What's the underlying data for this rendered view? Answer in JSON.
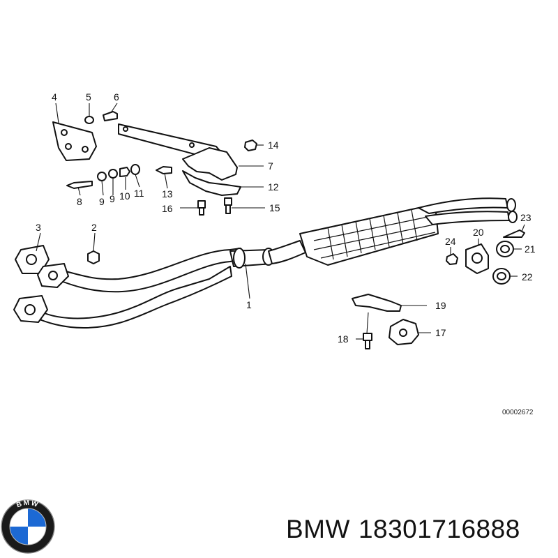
{
  "diagram": {
    "reference_code": "00002672",
    "callouts": [
      "1",
      "2",
      "3",
      "4",
      "5",
      "6",
      "7",
      "8",
      "9",
      "9",
      "10",
      "11",
      "12",
      "13",
      "14",
      "15",
      "16",
      "17",
      "18",
      "19",
      "20",
      "21",
      "22",
      "23",
      "24"
    ]
  },
  "logo": {
    "text": "BMW",
    "colors": {
      "blue": "#1c69d4",
      "white": "#ffffff",
      "ring": "#1a1a1a"
    }
  },
  "caption": {
    "brand": "BMW",
    "part_number": "18301716888"
  }
}
